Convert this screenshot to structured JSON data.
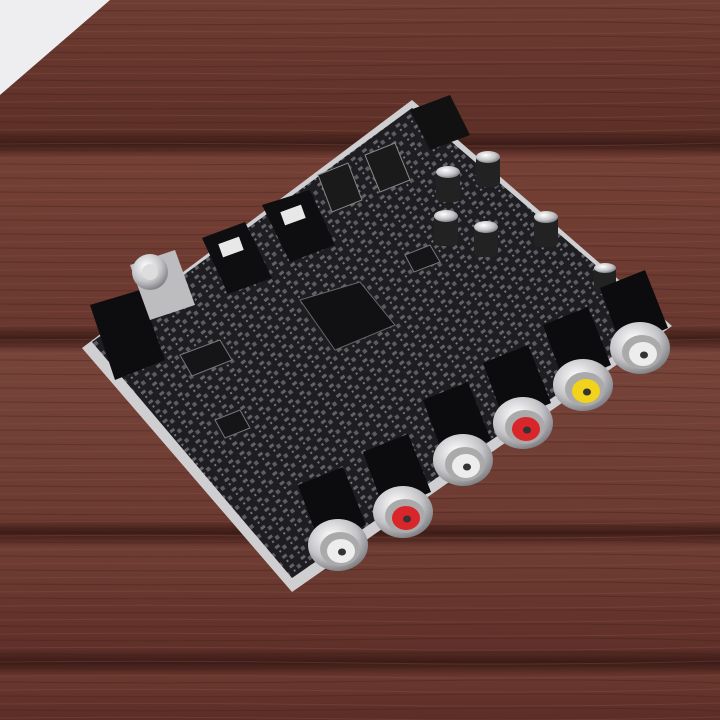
{
  "photo": {
    "subject": "audio-decoder-circuit-board",
    "colors": {
      "wood": "#6b3a30",
      "wood_dark": "#4a241d",
      "board": "#1c1c20",
      "board_edge": "#c9c9cc",
      "rca_white": "#e9e9ea",
      "rca_red": "#d8262a",
      "rca_yellow": "#f2d21a",
      "metal": "#d4d4d6"
    },
    "rca_jacks": [
      {
        "insulator": "white",
        "color": "#ededee"
      },
      {
        "insulator": "red",
        "color": "#d8262a"
      },
      {
        "insulator": "white",
        "color": "#ededee"
      },
      {
        "insulator": "red",
        "color": "#d8262a"
      },
      {
        "insulator": "yellow",
        "color": "#f2d21a"
      },
      {
        "insulator": "white",
        "color": "#ededee"
      }
    ]
  }
}
